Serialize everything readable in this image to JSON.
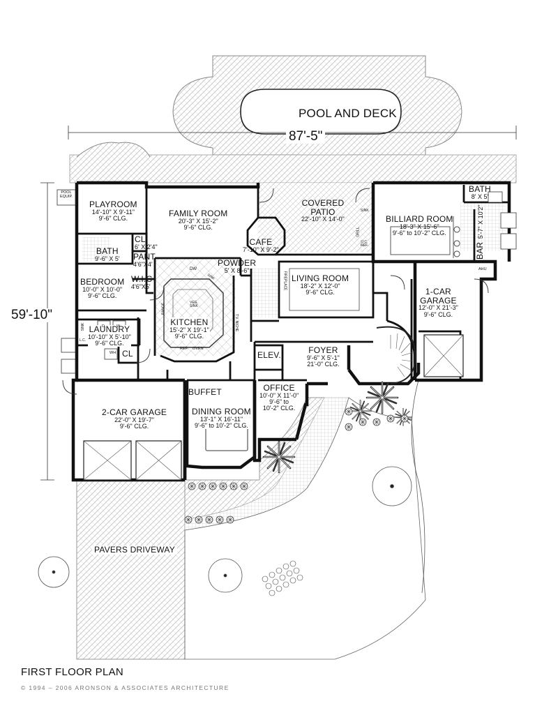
{
  "rooms": {
    "pool": {
      "name": "POOL AND DECK"
    },
    "playroom": {
      "name": "PLAYROOM",
      "dim1": "14'-10\" X 9'-11\"",
      "dim2": "9'-6\" CLG."
    },
    "family": {
      "name": "FAMILY ROOM",
      "dim1": "20'-3\" X 15'-2\"",
      "dim2": "9'-6\" CLG."
    },
    "patio": {
      "name1": "COVERED",
      "name2": "PATIO",
      "dim1": "22'-10\" X 14'-0\""
    },
    "billiard": {
      "name": "BILLIARD ROOM",
      "dim1": "18'-3\" X 15'-6\"",
      "dim2": "9'-6\" to 10'-2\" CLG."
    },
    "bath_r": {
      "name": "BATH",
      "dim1": "8' X 5'"
    },
    "bar": {
      "name": "BAR",
      "dim1": "5'-7\" X 10'2\""
    },
    "cafe": {
      "name": "CAFE",
      "dim1": "7'-10\" X 9'-2\""
    },
    "powder": {
      "name": "POWDER",
      "dim1": "5' X 8'-6\""
    },
    "cl1": {
      "name": "CL",
      "dim1": "6' X 2'4\""
    },
    "bath_l": {
      "name": "BATH",
      "dim1": "9'-6\" X 5'"
    },
    "pant": {
      "name": "PANT",
      "dim1": "4'6\"X4'"
    },
    "bedroom": {
      "name": "BEDROOM",
      "dim1": "10'-0\" X 10'-0\"",
      "dim2": "9'-6\" CLG."
    },
    "wic": {
      "name": "W.I.C",
      "dim1": "4'6\"X5'"
    },
    "living": {
      "name": "LIVING ROOM",
      "dim1": "18'-2\" X 12'-0\"",
      "dim2": "9'-6\" CLG."
    },
    "garage1": {
      "name1": "1-CAR",
      "name2": "GARAGE",
      "dim1": "12'-0\" X 21'-3\"",
      "dim2": "9'-6\" CLG."
    },
    "kitchen": {
      "name": "KITCHEN",
      "dim1": "15'-2\" X 19'-1\"",
      "dim2": "9'-6\" CLG."
    },
    "laundry": {
      "name": "LAUNDRY",
      "dim1": "10'-10\" X 5'-10\"",
      "dim2": "9'-6\" CLG."
    },
    "elev": {
      "name": "ELEV."
    },
    "foyer": {
      "name": "FOYER",
      "dim1": "9'-6\" X 5'-1\"",
      "dim2": "21'-0\" CLG."
    },
    "cl2": {
      "name": "CL"
    },
    "office": {
      "name": "OFFICE",
      "dim1": "10'-0\" X 11'-0\"",
      "dim2": "9'-6\" to",
      "dim3": "10'-2\" CLG."
    },
    "buffet": {
      "name": "BUFFET"
    },
    "garage2": {
      "name": "2-CAR GARAGE",
      "dim1": "22'-0\" X 19'-7\"",
      "dim2": "9'-6\" CLG."
    },
    "dining": {
      "name": "DINING ROOM",
      "dim1": "13'-1\" X 16'-11\"",
      "dim2": "9'-6\" to 10'-2\" CLG."
    },
    "driveway": {
      "name": "PAVERS DRIVEWAY"
    }
  },
  "small_labels": {
    "pool_equip1": "POOL",
    "pool_equip2": "EQUIP.",
    "dw": "DW",
    "sink_k": "SINK",
    "veg1": "VEG.",
    "veg2": "SINK",
    "range": "RANGE",
    "ref": "REF.",
    "oven": "OVEN",
    "niche": "T.V. NICHE",
    "fireplace": "FIREPLACE",
    "sink_p": "SINK",
    "grill": "GRILL",
    "uc_ref1": "U.C.",
    "uc_ref2": "REF.",
    "ahu": "AHU",
    "wh": "WH",
    "d": "D",
    "w": "W",
    "sink_l": "SINK",
    "lc": "L.C."
  },
  "dimensions": {
    "width": "87'-5\"",
    "depth": "59'-10\""
  },
  "footer": {
    "title": "FIRST FLOOR PLAN",
    "copyright": "© 1994 – 2006 ARONSON & ASSOCIATES ARCHITECTURE"
  }
}
